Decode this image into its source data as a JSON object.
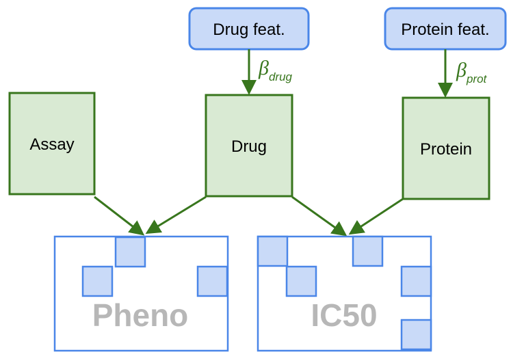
{
  "nodes": {
    "drug_feat": "Drug feat.",
    "protein_feat": "Protein feat.",
    "assay": "Assay",
    "drug": "Drug",
    "protein": "Protein"
  },
  "matrices": {
    "pheno": "Pheno",
    "ic50": "IC50"
  },
  "edges": {
    "beta_symbol": "β",
    "drug_sub": "drug",
    "prot_sub": "prot"
  },
  "colors": {
    "green_fill": "#d9ead3",
    "green_stroke": "#38761d",
    "blue_fill": "#c9daf8",
    "blue_stroke": "#4a86e8",
    "matrix_label": "#b7b7b7"
  }
}
